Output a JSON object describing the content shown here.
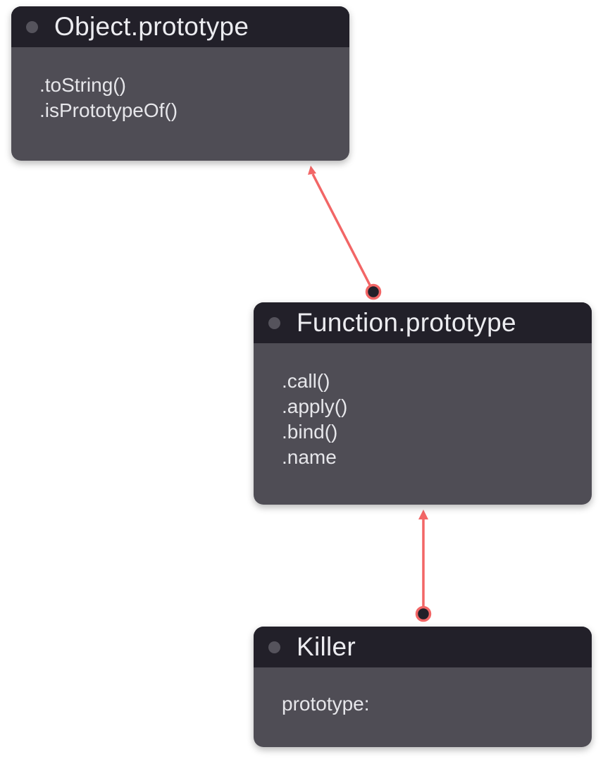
{
  "colors": {
    "edge": "#f26666",
    "node_body": "#4f4d55",
    "node_header": "#222029",
    "node_text": "#ececf0"
  },
  "nodes": {
    "object_prototype": {
      "title": "Object.prototype",
      "members": [
        ".toString()",
        ".isPrototypeOf()"
      ]
    },
    "function_prototype": {
      "title": "Function.prototype",
      "members": [
        ".call()",
        ".apply()",
        ".bind()",
        ".name"
      ]
    },
    "killer": {
      "title": "Killer",
      "members": [
        "prototype:"
      ]
    }
  },
  "edges": [
    {
      "from": "function_prototype",
      "to": "object_prototype"
    },
    {
      "from": "killer",
      "to": "function_prototype"
    }
  ]
}
